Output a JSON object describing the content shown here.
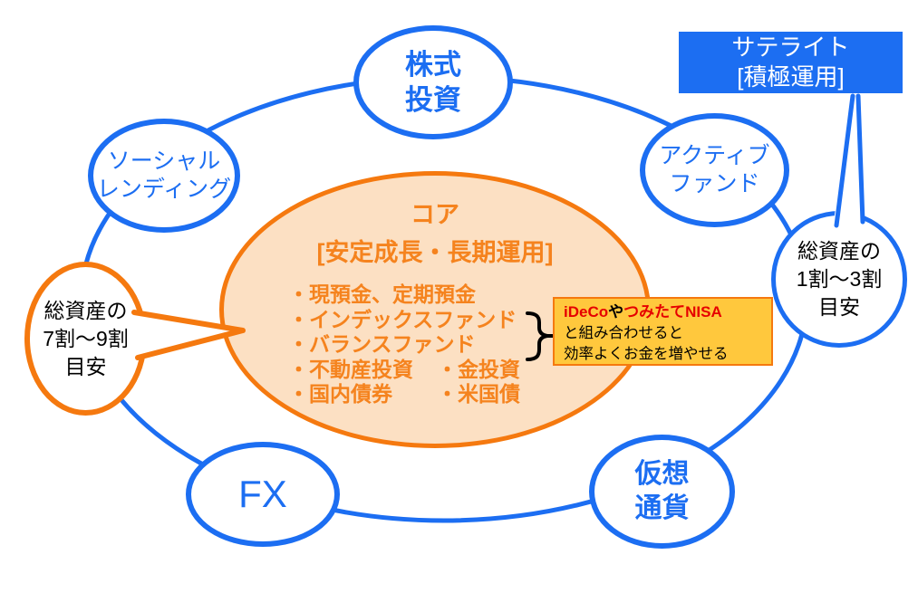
{
  "colors": {
    "blue": "#1c6ef2",
    "orange": "#f5790f",
    "core_fill": "#fce0c3",
    "core_text": "#f5831e",
    "note_bg": "#ffc83d",
    "note_red": "#e60000",
    "text_black": "#000000"
  },
  "satellite_box": {
    "line1": "サテライト",
    "line2": "[積極運用]"
  },
  "nodes": {
    "stock": {
      "line1": "株式",
      "line2": "投資"
    },
    "social": {
      "line1": "ソーシャル",
      "line2": "レンディング"
    },
    "active": {
      "line1": "アクティブ",
      "line2": "ファンド"
    },
    "fx": {
      "label": "FX"
    },
    "crypto": {
      "line1": "仮想",
      "line2": "通貨"
    }
  },
  "core": {
    "title": "コア",
    "subtitle": "[安定成長・長期運用]",
    "items_single": [
      "・現預金、定期預金",
      "・インデックスファンド",
      "・バランスファンド"
    ],
    "items_pairs": [
      [
        "・不動産投資",
        "・金投資"
      ],
      [
        "・国内債券",
        "・米国債"
      ]
    ]
  },
  "callout_right": {
    "line1": "総資産の",
    "line2": "1割〜3割",
    "line3": "目安"
  },
  "callout_left": {
    "line1": "総資産の",
    "line2": "7割〜9割",
    "line3": "目安"
  },
  "note": {
    "line1_red1": "iDeCo",
    "line1_black": "や",
    "line1_red2": "つみたてNISA",
    "line2": "と組み合わせると",
    "line3": "効率よくお金を増やせる"
  }
}
